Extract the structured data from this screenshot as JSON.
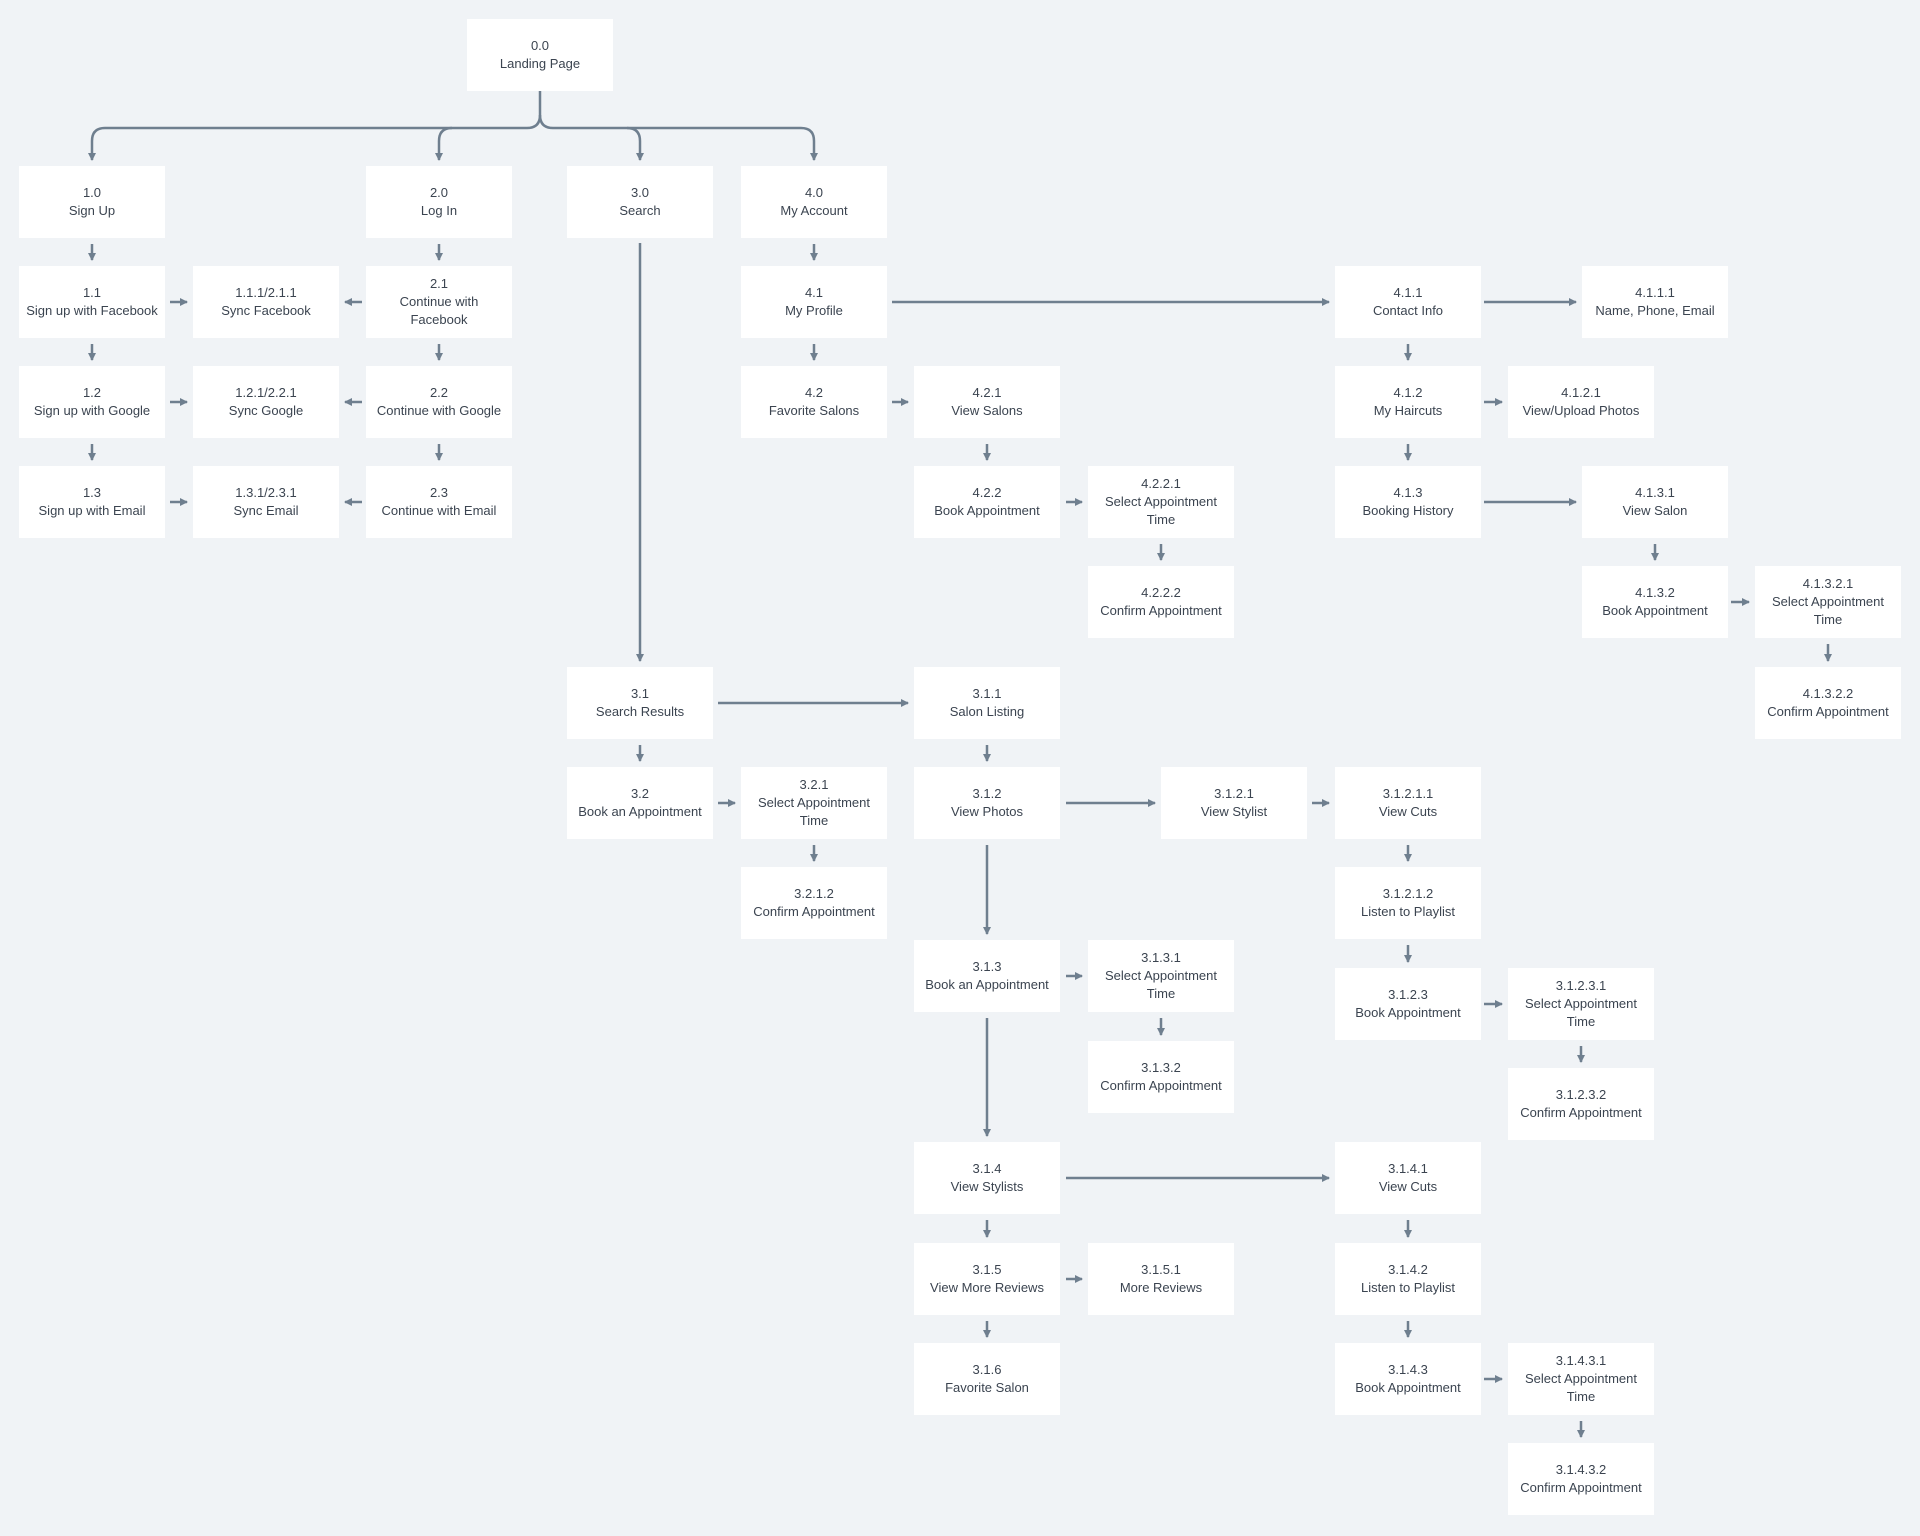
{
  "colors": {
    "background": "#f0f3f6",
    "node_fill": "#ffffff",
    "text": "#3b4450",
    "connector": "#6f7f8f"
  },
  "nodes": [
    {
      "key": "n0_0",
      "id": "0.0",
      "label": "Landing Page"
    },
    {
      "key": "n1_0",
      "id": "1.0",
      "label": "Sign Up"
    },
    {
      "key": "n2_0",
      "id": "2.0",
      "label": "Log In"
    },
    {
      "key": "n3_0",
      "id": "3.0",
      "label": "Search"
    },
    {
      "key": "n4_0",
      "id": "4.0",
      "label": "My Account"
    },
    {
      "key": "n1_1",
      "id": "1.1",
      "label": "Sign up with Facebook"
    },
    {
      "key": "n1_1_1",
      "id": "1.1.1/2.1.1",
      "label": "Sync Facebook"
    },
    {
      "key": "n2_1",
      "id": "2.1",
      "label": "Continue with Facebook"
    },
    {
      "key": "n1_2",
      "id": "1.2",
      "label": "Sign up with Google"
    },
    {
      "key": "n1_2_1",
      "id": "1.2.1/2.2.1",
      "label": "Sync Google"
    },
    {
      "key": "n2_2",
      "id": "2.2",
      "label": "Continue with Google"
    },
    {
      "key": "n1_3",
      "id": "1.3",
      "label": "Sign up with Email"
    },
    {
      "key": "n1_3_1",
      "id": "1.3.1/2.3.1",
      "label": "Sync Email"
    },
    {
      "key": "n2_3",
      "id": "2.3",
      "label": "Continue with Email"
    },
    {
      "key": "n4_1",
      "id": "4.1",
      "label": "My Profile"
    },
    {
      "key": "n4_1_1",
      "id": "4.1.1",
      "label": "Contact Info"
    },
    {
      "key": "n4_1_1_1",
      "id": "4.1.1.1",
      "label": "Name, Phone, Email"
    },
    {
      "key": "n4_2",
      "id": "4.2",
      "label": "Favorite Salons"
    },
    {
      "key": "n4_2_1",
      "id": "4.2.1",
      "label": "View Salons"
    },
    {
      "key": "n4_1_2",
      "id": "4.1.2",
      "label": "My Haircuts"
    },
    {
      "key": "n4_1_2_1",
      "id": "4.1.2.1",
      "label": "View/Upload Photos"
    },
    {
      "key": "n4_2_2",
      "id": "4.2.2",
      "label": "Book Appointment"
    },
    {
      "key": "n4_2_2_1",
      "id": "4.2.2.1",
      "label": "Select Appointment Time"
    },
    {
      "key": "n4_1_3",
      "id": "4.1.3",
      "label": "Booking History"
    },
    {
      "key": "n4_1_3_1",
      "id": "4.1.3.1",
      "label": "View Salon"
    },
    {
      "key": "n4_2_2_2",
      "id": "4.2.2.2",
      "label": "Confirm Appointment"
    },
    {
      "key": "n4_1_3_2",
      "id": "4.1.3.2",
      "label": "Book Appointment"
    },
    {
      "key": "n4_1_3_2_1",
      "id": "4.1.3.2.1",
      "label": "Select Appointment Time"
    },
    {
      "key": "n4_1_3_2_2",
      "id": "4.1.3.2.2",
      "label": "Confirm Appointment"
    },
    {
      "key": "n3_1",
      "id": "3.1",
      "label": "Search Results"
    },
    {
      "key": "n3_1_1",
      "id": "3.1.1",
      "label": "Salon Listing"
    },
    {
      "key": "n3_2",
      "id": "3.2",
      "label": "Book an Appointment"
    },
    {
      "key": "n3_2_1",
      "id": "3.2.1",
      "label": "Select Appointment Time"
    },
    {
      "key": "n3_1_2",
      "id": "3.1.2",
      "label": "View Photos"
    },
    {
      "key": "n3_1_2_1",
      "id": "3.1.2.1",
      "label": "View Stylist"
    },
    {
      "key": "n3_1_2_1_1",
      "id": "3.1.2.1.1",
      "label": "View Cuts"
    },
    {
      "key": "n3_2_1_2",
      "id": "3.2.1.2",
      "label": "Confirm Appointment"
    },
    {
      "key": "n3_1_2_1_2",
      "id": "3.1.2.1.2",
      "label": "Listen to Playlist"
    },
    {
      "key": "n3_1_3",
      "id": "3.1.3",
      "label": "Book an Appointment"
    },
    {
      "key": "n3_1_3_1",
      "id": "3.1.3.1",
      "label": "Select Appointment Time"
    },
    {
      "key": "n3_1_2_3",
      "id": "3.1.2.3",
      "label": "Book Appointment"
    },
    {
      "key": "n3_1_2_3_1",
      "id": "3.1.2.3.1",
      "label": "Select Appointment Time"
    },
    {
      "key": "n3_1_3_2",
      "id": "3.1.3.2",
      "label": "Confirm Appointment"
    },
    {
      "key": "n3_1_2_3_2",
      "id": "3.1.2.3.2",
      "label": "Confirm Appointment"
    },
    {
      "key": "n3_1_4",
      "id": "3.1.4",
      "label": "View Stylists"
    },
    {
      "key": "n3_1_4_1",
      "id": "3.1.4.1",
      "label": "View Cuts"
    },
    {
      "key": "n3_1_5",
      "id": "3.1.5",
      "label": "View More Reviews"
    },
    {
      "key": "n3_1_5_1",
      "id": "3.1.5.1",
      "label": "More Reviews"
    },
    {
      "key": "n3_1_4_2",
      "id": "3.1.4.2",
      "label": "Listen to Playlist"
    },
    {
      "key": "n3_1_6",
      "id": "3.1.6",
      "label": "Favorite Salon"
    },
    {
      "key": "n3_1_4_3",
      "id": "3.1.4.3",
      "label": "Book Appointment"
    },
    {
      "key": "n3_1_4_3_1",
      "id": "3.1.4.3.1",
      "label": "Select Appointment Time"
    },
    {
      "key": "n3_1_4_3_2",
      "id": "3.1.4.3.2",
      "label": "Confirm Appointment"
    }
  ],
  "edges": [
    {
      "from": "0.0",
      "to": "1.0"
    },
    {
      "from": "0.0",
      "to": "2.0"
    },
    {
      "from": "0.0",
      "to": "3.0"
    },
    {
      "from": "0.0",
      "to": "4.0"
    },
    {
      "from": "1.0",
      "to": "1.1"
    },
    {
      "from": "1.1",
      "to": "1.2"
    },
    {
      "from": "1.2",
      "to": "1.3"
    },
    {
      "from": "1.1",
      "to": "1.1.1/2.1.1"
    },
    {
      "from": "1.2",
      "to": "1.2.1/2.2.1"
    },
    {
      "from": "1.3",
      "to": "1.3.1/2.3.1"
    },
    {
      "from": "2.0",
      "to": "2.1"
    },
    {
      "from": "2.1",
      "to": "2.2"
    },
    {
      "from": "2.2",
      "to": "2.3"
    },
    {
      "from": "2.1",
      "to": "1.1.1/2.1.1"
    },
    {
      "from": "2.2",
      "to": "1.2.1/2.2.1"
    },
    {
      "from": "2.3",
      "to": "1.3.1/2.3.1"
    },
    {
      "from": "3.0",
      "to": "3.1"
    },
    {
      "from": "3.1",
      "to": "3.1.1"
    },
    {
      "from": "3.1",
      "to": "3.2"
    },
    {
      "from": "3.2",
      "to": "3.2.1"
    },
    {
      "from": "3.2.1",
      "to": "3.2.1.2"
    },
    {
      "from": "3.1.1",
      "to": "3.1.2"
    },
    {
      "from": "3.1.2",
      "to": "3.1.2.1"
    },
    {
      "from": "3.1.2.1",
      "to": "3.1.2.1.1"
    },
    {
      "from": "3.1.2.1.1",
      "to": "3.1.2.1.2"
    },
    {
      "from": "3.1.2.1.2",
      "to": "3.1.2.3"
    },
    {
      "from": "3.1.2.3",
      "to": "3.1.2.3.1"
    },
    {
      "from": "3.1.2.3.1",
      "to": "3.1.2.3.2"
    },
    {
      "from": "3.1.2",
      "to": "3.1.3"
    },
    {
      "from": "3.1.3",
      "to": "3.1.3.1"
    },
    {
      "from": "3.1.3.1",
      "to": "3.1.3.2"
    },
    {
      "from": "3.1.3",
      "to": "3.1.4"
    },
    {
      "from": "3.1.4",
      "to": "3.1.4.1"
    },
    {
      "from": "3.1.4.1",
      "to": "3.1.4.2"
    },
    {
      "from": "3.1.4.2",
      "to": "3.1.4.3"
    },
    {
      "from": "3.1.4.3",
      "to": "3.1.4.3.1"
    },
    {
      "from": "3.1.4.3.1",
      "to": "3.1.4.3.2"
    },
    {
      "from": "3.1.4",
      "to": "3.1.5"
    },
    {
      "from": "3.1.5",
      "to": "3.1.5.1"
    },
    {
      "from": "3.1.5",
      "to": "3.1.6"
    },
    {
      "from": "4.0",
      "to": "4.1"
    },
    {
      "from": "4.1",
      "to": "4.1.1"
    },
    {
      "from": "4.1.1",
      "to": "4.1.1.1"
    },
    {
      "from": "4.1.1",
      "to": "4.1.2"
    },
    {
      "from": "4.1.2",
      "to": "4.1.2.1"
    },
    {
      "from": "4.1.2",
      "to": "4.1.3"
    },
    {
      "from": "4.1.3",
      "to": "4.1.3.1"
    },
    {
      "from": "4.1.3.1",
      "to": "4.1.3.2"
    },
    {
      "from": "4.1.3.2",
      "to": "4.1.3.2.1"
    },
    {
      "from": "4.1.3.2.1",
      "to": "4.1.3.2.2"
    },
    {
      "from": "4.1",
      "to": "4.2"
    },
    {
      "from": "4.2",
      "to": "4.2.1"
    },
    {
      "from": "4.2.1",
      "to": "4.2.2"
    },
    {
      "from": "4.2.2",
      "to": "4.2.2.1"
    },
    {
      "from": "4.2.2.1",
      "to": "4.2.2.2"
    }
  ]
}
